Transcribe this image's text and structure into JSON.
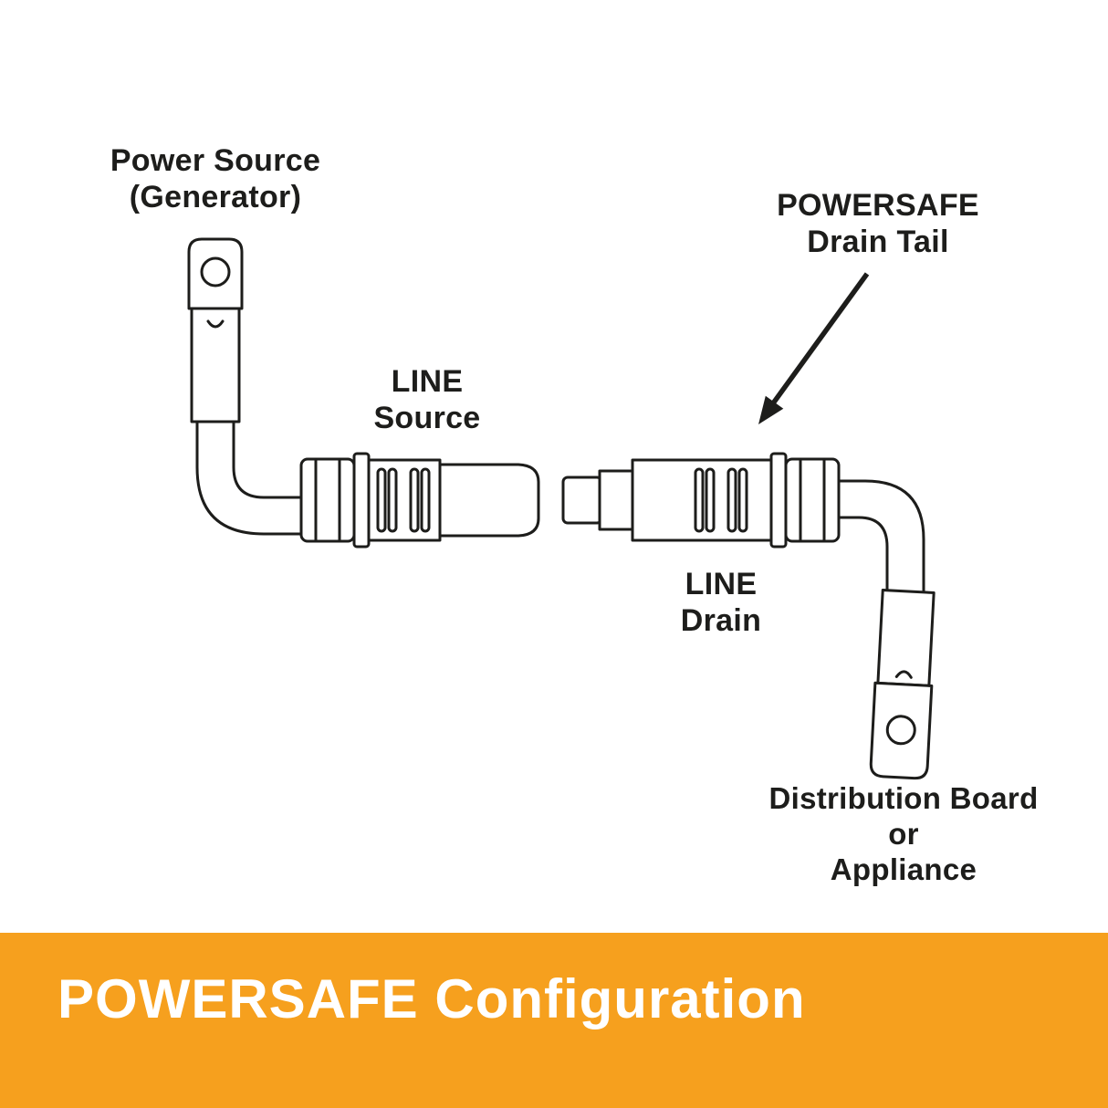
{
  "colors": {
    "banner_orange": "#F6A01E",
    "diagram_line": "#1d1d1b",
    "label_text": "#1d1d1b",
    "banner_text": "#ffffff",
    "background": "#ffffff"
  },
  "labels": {
    "power_source": {
      "line1": "Power Source",
      "line2": "(Generator)"
    },
    "line_source": {
      "line1": "LINE",
      "line2": "Source"
    },
    "powersafe_drain_tail": {
      "line1": "POWERSAFE",
      "line2": "Drain Tail"
    },
    "line_drain": {
      "line1": "LINE",
      "line2": "Drain"
    },
    "distribution_board": {
      "line1": "Distribution Board",
      "line2": "or",
      "line3": "Appliance"
    }
  },
  "banner": {
    "title": "POWERSAFE Configuration"
  },
  "icons": {
    "drain_tail_arrow": "arrow-pointing-down-left"
  }
}
